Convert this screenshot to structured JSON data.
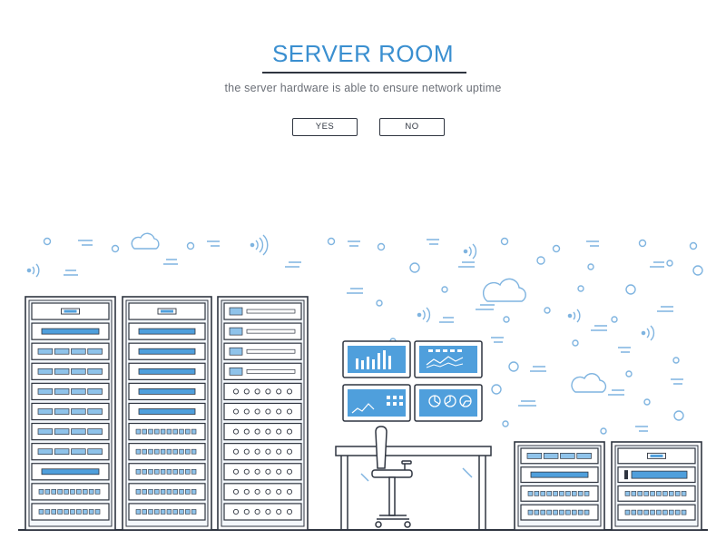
{
  "header": {
    "title": "SERVER ROOM",
    "subtitle": "the server hardware is able to ensure network uptime"
  },
  "actions": {
    "yes_label": "YES",
    "no_label": "NO"
  },
  "colors": {
    "accent": "#3a8fd0",
    "light_accent": "#8fc3ea",
    "outline": "#2f3540",
    "screen_fill": "#4f9fdc"
  },
  "icons": [
    "cloud-icon",
    "wifi-signal-icon",
    "bar-chart-icon",
    "line-chart-icon",
    "pie-chart-icon",
    "office-chair-icon"
  ]
}
